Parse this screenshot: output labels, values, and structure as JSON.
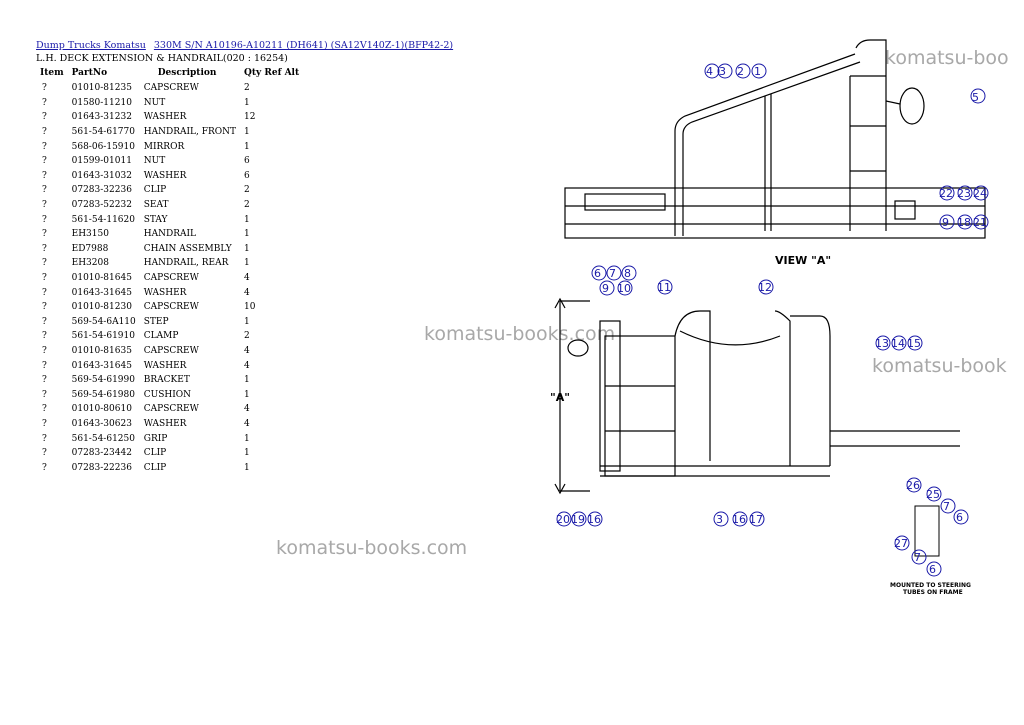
{
  "breadcrumb": [
    {
      "label": "Dump Trucks Komatsu"
    },
    {
      "label": "330M S/N A10196-A10211 (DH641) (SA12V140Z-1)(BFP42-2)"
    }
  ],
  "subtitle": "L.H. DECK EXTENSION & HANDRAIL(020 : 16254)",
  "table": {
    "headers": [
      "Item",
      "PartNo",
      "Description",
      "Qty Ref Alt"
    ],
    "rows": [
      {
        "item": "?",
        "part": "01010-81235",
        "desc": "CAPSCREW",
        "qty": "2"
      },
      {
        "item": "?",
        "part": "01580-11210",
        "desc": "NUT",
        "qty": "1"
      },
      {
        "item": "?",
        "part": "01643-31232",
        "desc": "WASHER",
        "qty": "12"
      },
      {
        "item": "?",
        "part": "561-54-61770",
        "desc": "HANDRAIL, FRONT",
        "qty": "1"
      },
      {
        "item": "?",
        "part": "568-06-15910",
        "desc": "MIRROR",
        "qty": "1"
      },
      {
        "item": "?",
        "part": "01599-01011",
        "desc": "NUT",
        "qty": "6"
      },
      {
        "item": "?",
        "part": "01643-31032",
        "desc": "WASHER",
        "qty": "6"
      },
      {
        "item": "?",
        "part": "07283-32236",
        "desc": "CLIP",
        "qty": "2"
      },
      {
        "item": "?",
        "part": "07283-52232",
        "desc": "SEAT",
        "qty": "2"
      },
      {
        "item": "?",
        "part": "561-54-11620",
        "desc": "STAY",
        "qty": "1"
      },
      {
        "item": "?",
        "part": "EH3150",
        "desc": "HANDRAIL",
        "qty": "1"
      },
      {
        "item": "?",
        "part": "ED7988",
        "desc": "CHAIN ASSEMBLY",
        "qty": "1"
      },
      {
        "item": "?",
        "part": "EH3208",
        "desc": "HANDRAIL, REAR",
        "qty": "1"
      },
      {
        "item": "?",
        "part": "01010-81645",
        "desc": "CAPSCREW",
        "qty": "4"
      },
      {
        "item": "?",
        "part": "01643-31645",
        "desc": "WASHER",
        "qty": "4"
      },
      {
        "item": "?",
        "part": "01010-81230",
        "desc": "CAPSCREW",
        "qty": "10"
      },
      {
        "item": "?",
        "part": "569-54-6A110",
        "desc": "STEP",
        "qty": "1"
      },
      {
        "item": "?",
        "part": "561-54-61910",
        "desc": "CLAMP",
        "qty": "2"
      },
      {
        "item": "?",
        "part": "01010-81635",
        "desc": "CAPSCREW",
        "qty": "4"
      },
      {
        "item": "?",
        "part": "01643-31645",
        "desc": "WASHER",
        "qty": "4"
      },
      {
        "item": "?",
        "part": "569-54-61990",
        "desc": "BRACKET",
        "qty": "1"
      },
      {
        "item": "?",
        "part": "569-54-61980",
        "desc": "CUSHION",
        "qty": "1"
      },
      {
        "item": "?",
        "part": "01010-80610",
        "desc": "CAPSCREW",
        "qty": "4"
      },
      {
        "item": "?",
        "part": "01643-30623",
        "desc": "WASHER",
        "qty": "4"
      },
      {
        "item": "?",
        "part": "561-54-61250",
        "desc": "GRIP",
        "qty": "1"
      },
      {
        "item": "?",
        "part": "07283-23442",
        "desc": "CLIP",
        "qty": "1"
      },
      {
        "item": "?",
        "part": "07283-22236",
        "desc": "CLIP",
        "qty": "1"
      }
    ]
  },
  "watermark": "komatsu-books.com",
  "watermark_short": "komatsu-boo",
  "watermark_mid": "komatsu-book",
  "drawing": {
    "view_label": "VIEW \"A\"",
    "view_ref": "\"A\"",
    "note_line1": "MOUNTED TO STEERING",
    "note_line2": "TUBES ON FRAME",
    "callouts": [
      "4",
      "3",
      "2",
      "1",
      "5",
      "22",
      "23",
      "24",
      "9",
      "18",
      "21",
      "6",
      "7",
      "8",
      "9",
      "10",
      "11",
      "12",
      "13",
      "14",
      "15",
      "20",
      "19",
      "16",
      "3",
      "16",
      "17",
      "26",
      "25",
      "7",
      "6",
      "27",
      "7",
      "6"
    ]
  },
  "colors": {
    "link": "#1a1aa8",
    "watermark": "#a8a8a8",
    "callout": "#1a1aa8"
  }
}
